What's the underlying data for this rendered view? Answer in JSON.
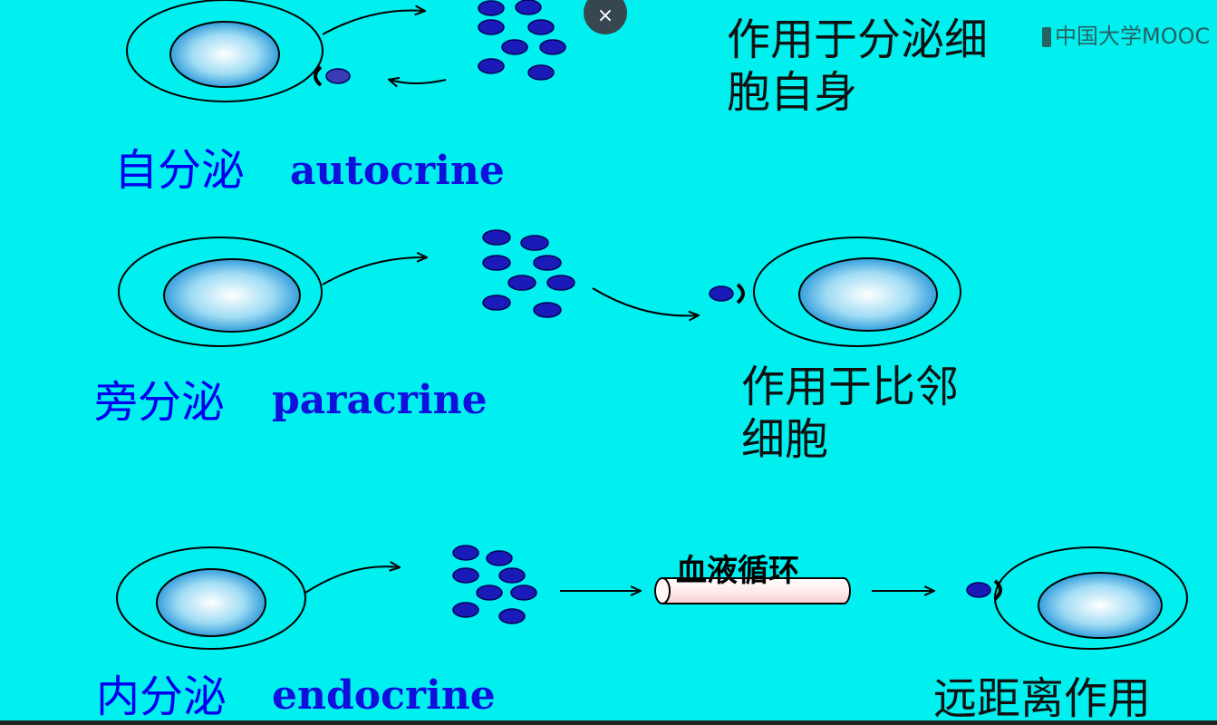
{
  "autocrine": {
    "name_cn": "自分泌",
    "name_en": "autocrine",
    "description_lines": [
      "作用于分泌细",
      "胞自身"
    ]
  },
  "paracrine": {
    "name_cn": "旁分泌",
    "name_en": "paracrine",
    "description_lines": [
      "作用于比邻",
      "细胞"
    ]
  },
  "endocrine": {
    "name_cn": "内分泌",
    "name_en": "endocrine",
    "circulation_label": "血液循环",
    "description": "远距离作用"
  },
  "overlay": {
    "close_icon": "×",
    "watermark": "中国大学MOOC"
  },
  "colors": {
    "background": "#00f0f0",
    "label_blue": "#0000ee",
    "molecule": "#1a1ab8",
    "nucleus_edge": "#1a8fd6",
    "vessel_fill": "#ffeaea"
  }
}
